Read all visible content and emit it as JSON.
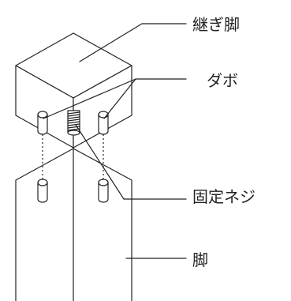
{
  "labels": {
    "extension_leg": "継ぎ脚",
    "dowel": "ダボ",
    "fixing_screw": "固定ネジ",
    "leg": "脚"
  }
}
